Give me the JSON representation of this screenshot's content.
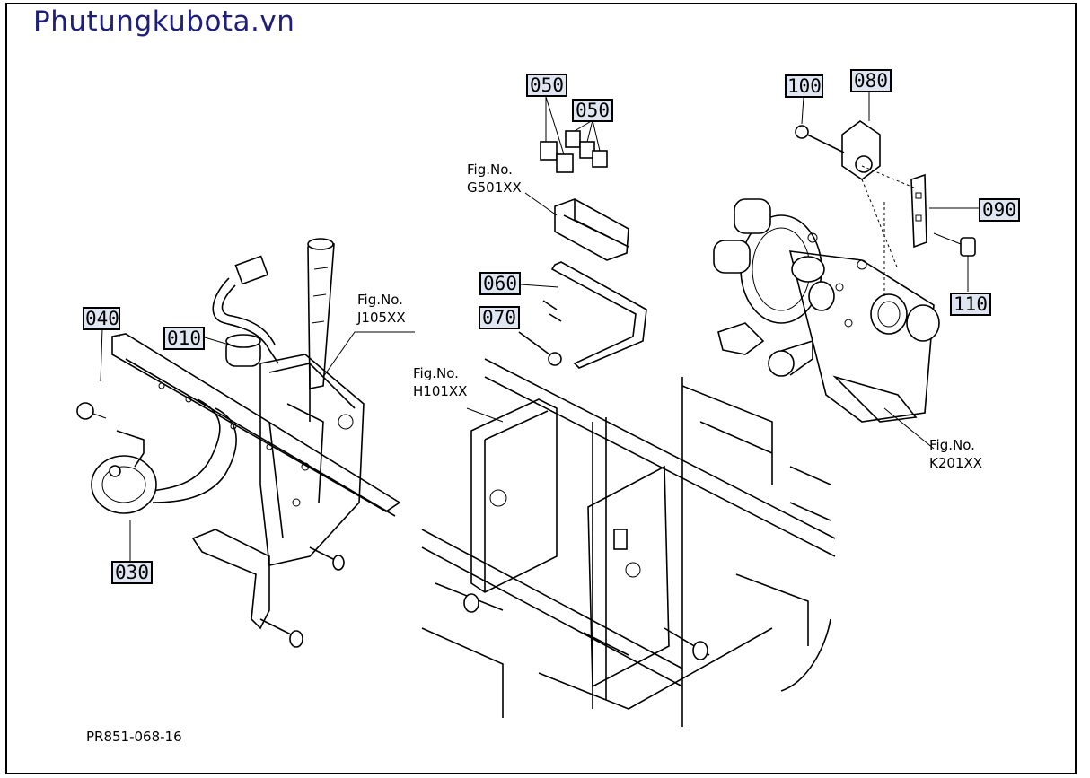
{
  "brand": {
    "text": "Phutungkubota.vn"
  },
  "drawing_code": "PR851-068-16",
  "part_tags": {
    "p010": "010",
    "p030": "030",
    "p040": "040",
    "p050a": "050",
    "p050b": "050",
    "p060": "060",
    "p070": "070",
    "p080": "080",
    "p090": "090",
    "p100": "100",
    "p110": "110"
  },
  "fig_refs": {
    "j105": {
      "label": "Fig.No.",
      "code": "J105XX"
    },
    "g501": {
      "label": "Fig.No.",
      "code": "G501XX"
    },
    "h101": {
      "label": "Fig.No.",
      "code": "H101XX"
    },
    "k201": {
      "label": "Fig.No.",
      "code": "K201XX"
    }
  }
}
